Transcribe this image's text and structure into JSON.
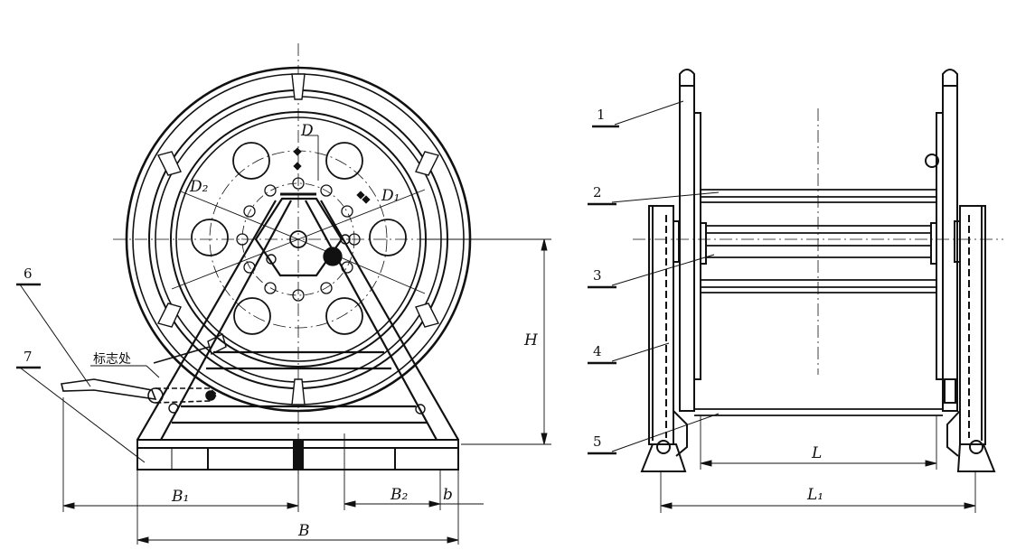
{
  "front_view": {
    "labels": {
      "D": "D",
      "D1": "D₁",
      "D2": "D₂",
      "H": "H",
      "B": "B",
      "B1": "B₁",
      "B2": "B₂",
      "b": "b",
      "marking": "标志处",
      "part6": "6",
      "part7": "7"
    }
  },
  "side_view": {
    "labels": {
      "L": "L",
      "L1": "L₁",
      "part1": "1",
      "part2": "2",
      "part3": "3",
      "part4": "4",
      "part5": "5"
    }
  }
}
